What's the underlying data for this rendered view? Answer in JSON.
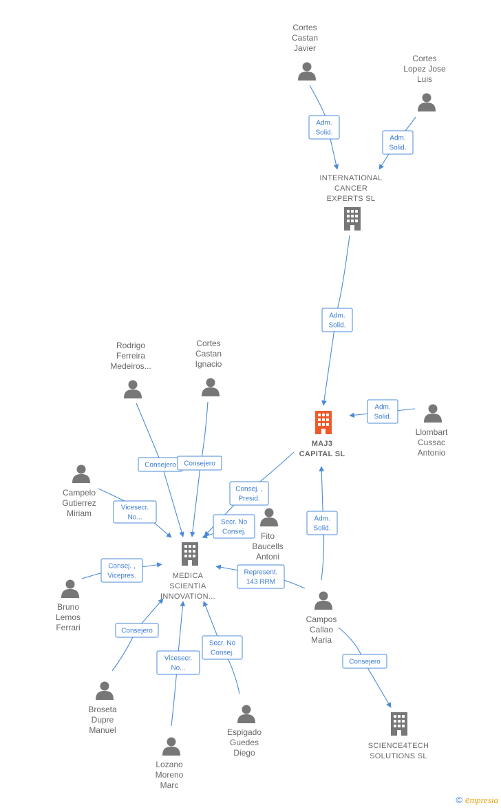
{
  "colors": {
    "edge": "#4a8ad8",
    "edge_text": "#3a7bd5",
    "node": "#777777",
    "highlight": "#f05a2a",
    "brand": "#e8a317"
  },
  "nodes": [
    {
      "id": "cortes_castan_javier",
      "type": "person",
      "lines": [
        "Cortes",
        "Castan",
        "Javier"
      ]
    },
    {
      "id": "cortes_lopez",
      "type": "person",
      "lines": [
        "Cortes",
        "Lopez Jose",
        "Luis"
      ]
    },
    {
      "id": "ice",
      "type": "company",
      "lines": [
        "INTERNATIONAL",
        "CANCER",
        "EXPERTS  SL"
      ]
    },
    {
      "id": "maj3",
      "type": "company",
      "highlight": true,
      "lines": [
        "MAJ3",
        "CAPITAL  SL"
      ]
    },
    {
      "id": "llombart",
      "type": "person",
      "lines": [
        "Llombart",
        "Cussac",
        "Antonio"
      ]
    },
    {
      "id": "rodrigo",
      "type": "person",
      "lines": [
        "Rodrigo",
        "Ferreira",
        "Medeiros..."
      ]
    },
    {
      "id": "cortes_ignacio",
      "type": "person",
      "lines": [
        "Cortes",
        "Castan",
        "Ignacio"
      ]
    },
    {
      "id": "campelo",
      "type": "person",
      "lines": [
        "Campelo",
        "Gutierrez",
        "Miriam"
      ]
    },
    {
      "id": "fito",
      "type": "person",
      "lines": [
        "Fito",
        "Baucells",
        "Antoni"
      ]
    },
    {
      "id": "medica",
      "type": "company",
      "lines": [
        "MEDICA",
        "SCIENTIA",
        "INNOVATION..."
      ]
    },
    {
      "id": "bruno",
      "type": "person",
      "lines": [
        "Bruno",
        "Lemos",
        "Ferrari"
      ]
    },
    {
      "id": "campos",
      "type": "person",
      "lines": [
        "Campos",
        "Callao",
        "Maria"
      ]
    },
    {
      "id": "broseta",
      "type": "person",
      "lines": [
        "Broseta",
        "Dupre",
        "Manuel"
      ]
    },
    {
      "id": "espigado",
      "type": "person",
      "lines": [
        "Espigado",
        "Guedes",
        "Diego"
      ]
    },
    {
      "id": "lozano",
      "type": "person",
      "lines": [
        "Lozano",
        "Moreno",
        "Marc"
      ]
    },
    {
      "id": "science4tech",
      "type": "company",
      "lines": [
        "SCIENCE4TECH",
        "SOLUTIONS  SL"
      ]
    }
  ],
  "edges": [
    {
      "id": "e1",
      "lines": [
        "Adm.",
        "Solid."
      ]
    },
    {
      "id": "e2",
      "lines": [
        "Adm.",
        "Solid."
      ]
    },
    {
      "id": "e3",
      "lines": [
        "Adm.",
        "Solid."
      ]
    },
    {
      "id": "e4",
      "lines": [
        "Adm.",
        "Solid."
      ]
    },
    {
      "id": "e5",
      "lines": [
        "Consejero"
      ]
    },
    {
      "id": "e6",
      "lines": [
        "Consejero"
      ]
    },
    {
      "id": "e7",
      "lines": [
        "Vicesecr.",
        "No..."
      ]
    },
    {
      "id": "e8",
      "lines": [
        "Consej. ,",
        "Presid."
      ]
    },
    {
      "id": "e9",
      "lines": [
        "Secr.  No",
        "Consej."
      ]
    },
    {
      "id": "e10",
      "lines": [
        "Adm.",
        "Solid."
      ]
    },
    {
      "id": "e11",
      "lines": [
        "Consej. ,",
        "Vicepres."
      ]
    },
    {
      "id": "e12",
      "lines": [
        "Represent.",
        "143 RRM"
      ]
    },
    {
      "id": "e13",
      "lines": [
        "Consejero"
      ]
    },
    {
      "id": "e14",
      "lines": [
        "Vicesecr.",
        "No..."
      ]
    },
    {
      "id": "e15",
      "lines": [
        "Secr.  No",
        "Consej."
      ]
    },
    {
      "id": "e16",
      "lines": [
        "Consejero"
      ]
    }
  ],
  "footer": {
    "copyright": "©",
    "brand_initial": "e",
    "brand_rest": "mpresia"
  }
}
